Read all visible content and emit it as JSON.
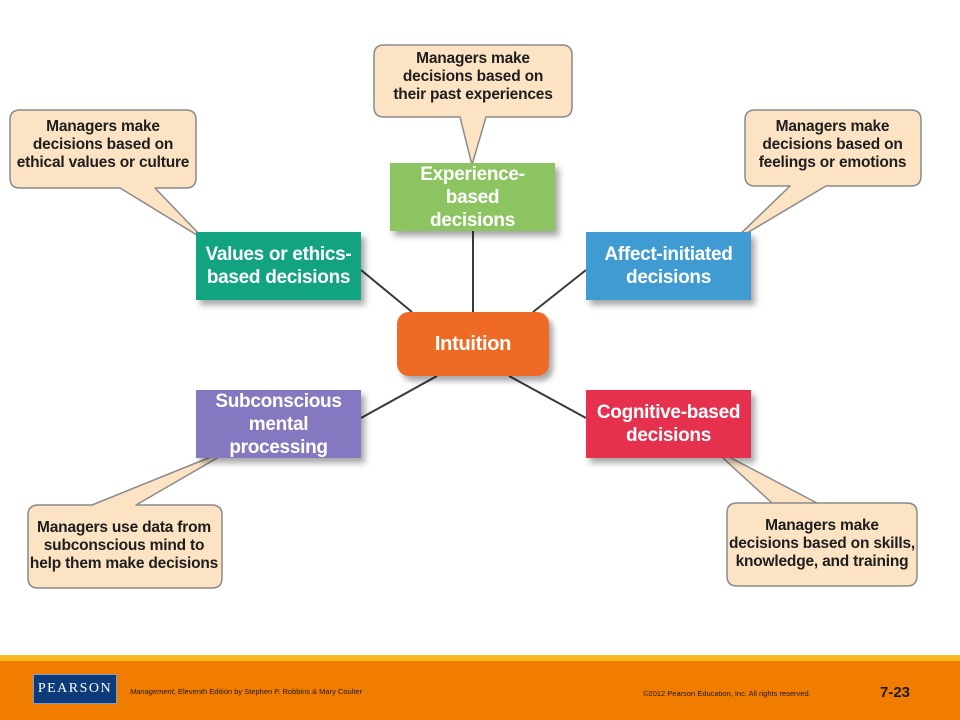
{
  "diagram": {
    "center": "Intuition",
    "nodes": {
      "top": "Experience-based\ndecisions",
      "left": "Values or ethics-\nbased decisions",
      "right": "Affect-initiated\ndecisions",
      "bottom_left": "Subconscious\nmental processing",
      "bottom_right": "Cognitive-based\ndecisions"
    },
    "callouts": {
      "top": "Managers make\ndecisions based on\ntheir past experiences",
      "left": "Managers make\ndecisions based  on\nethical values or culture",
      "right": "Managers make\ndecisions based on\nfeelings or emotions",
      "bottom_left": "Managers use data from\nsubconscious mind to\nhelp them make decisions",
      "bottom_right": "Managers make\ndecisions based on skills,\nknowledge, and training"
    },
    "colors": {
      "center": "#ef6b25",
      "top": "#8cc462",
      "left": "#12a383",
      "right": "#3f9bd1",
      "bottom_left": "#8577c0",
      "bottom_right": "#e5304e",
      "callout_fill": "#fbe3c4",
      "callout_border": "#8a8a8a",
      "footer": "#f07c00",
      "footer_stripe": "#f7bd1e",
      "logo": "#0d3b7a"
    }
  },
  "footer": {
    "logo_text": "PEARSON",
    "book_title": "Management,",
    "book_rest": " Eleventh Edition by Stephen P. Robbins & Mary Coulter",
    "copyright": "©2012 Pearson Education, Inc.  All rights reserved.",
    "slide_number": "7-23"
  }
}
